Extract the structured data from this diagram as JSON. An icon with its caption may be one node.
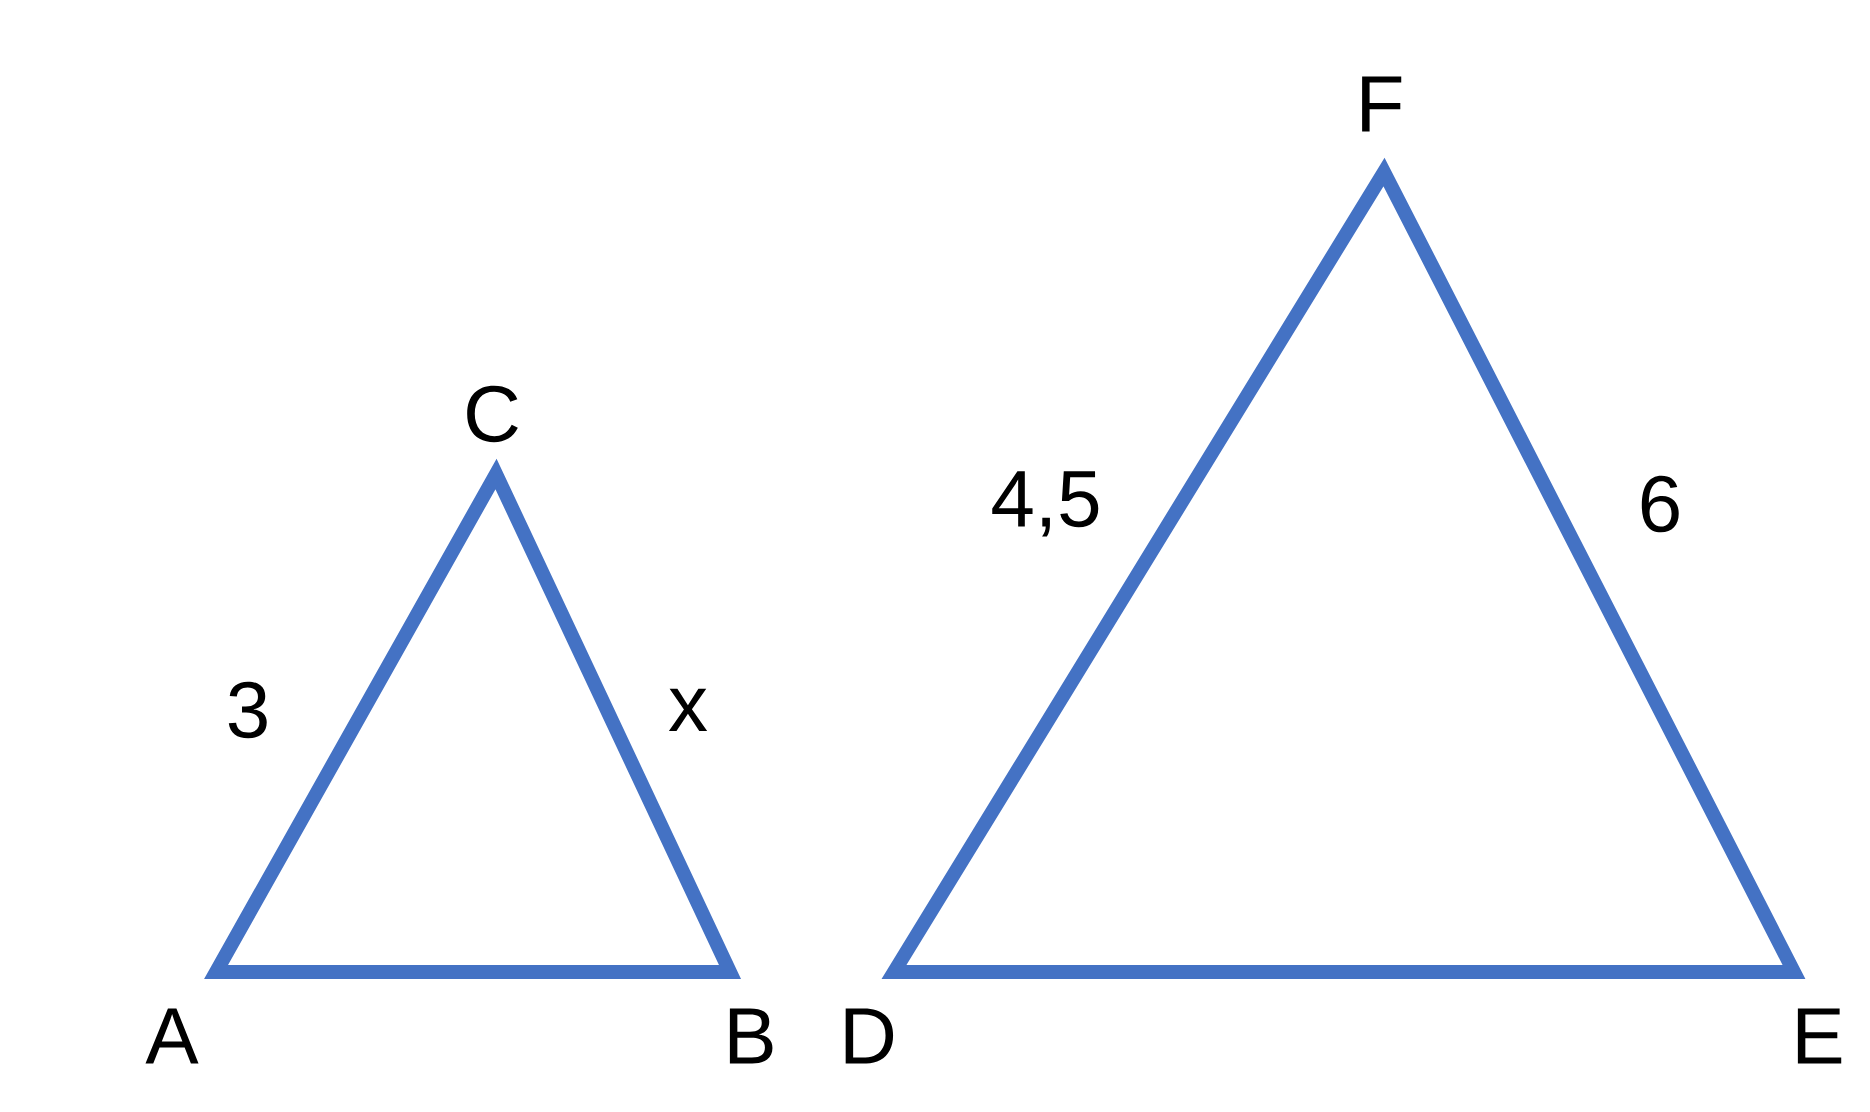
{
  "diagram": {
    "labels": [
      "F",
      "4,5",
      "6",
      "C",
      "3",
      "x",
      "A",
      "B",
      "D",
      "E"
    ]
  }
}
